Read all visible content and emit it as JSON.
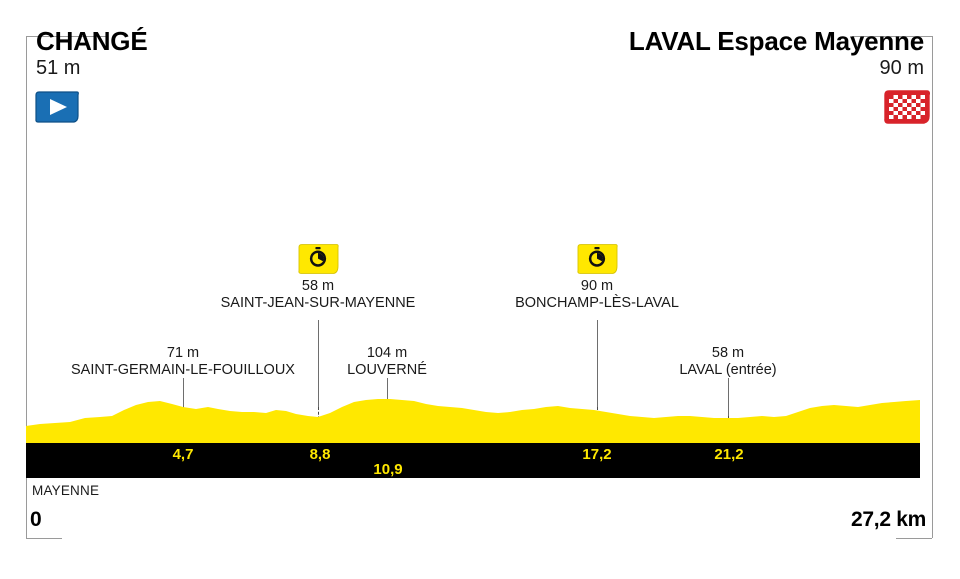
{
  "stage": {
    "start": {
      "city": "CHANGÉ",
      "altitude": "51 m",
      "icon": "start-flag-icon"
    },
    "finish": {
      "city": "LAVAL Espace Mayenne",
      "altitude": "90 m",
      "icon": "checkered-flag-icon"
    },
    "department": "MAYENNE",
    "axis": {
      "start_label": "0",
      "end_label": "27,2 km"
    },
    "colors": {
      "profile_fill": "#FFE800",
      "km_bar": "#000000",
      "km_label": "#FFE800",
      "start_flag": "#1A6FB4",
      "finish_flag": "#D8232A",
      "sprint_flag": "#FFE800",
      "leader_line": "#6E6E6E"
    }
  },
  "sprints": [
    {
      "altitude": "58 m",
      "name": "SAINT-JEAN-SUR-MAYENNE",
      "icon": "stopwatch-flag-icon",
      "km": 8.8
    },
    {
      "altitude": "90 m",
      "name": "BONCHAMP-LÈS-LAVAL",
      "icon": "stopwatch-flag-icon",
      "km": 17.2
    }
  ],
  "places": [
    {
      "altitude": "71 m",
      "name": "SAINT-GERMAIN-LE-FOUILLOUX",
      "km": 4.7
    },
    {
      "altitude": "104 m",
      "name": "LOUVERNÉ",
      "km": 10.9
    },
    {
      "altitude": "58 m",
      "name": "LAVAL (entrée)",
      "km": 21.2
    }
  ],
  "km_markers": [
    {
      "label": "4,7",
      "km": 4.7,
      "row": 1
    },
    {
      "label": "8,8",
      "km": 8.8,
      "row": 1
    },
    {
      "label": "10,9",
      "km": 10.9,
      "row": 2
    },
    {
      "label": "17,2",
      "km": 17.2,
      "row": 1
    },
    {
      "label": "21,2",
      "km": 21.2,
      "row": 1
    }
  ],
  "chart_data": {
    "type": "area",
    "title": "CHANGÉ — LAVAL Espace Mayenne",
    "xlabel": "km",
    "ylabel": "m",
    "xlim": [
      0,
      27.2
    ],
    "ylim": [
      0,
      140
    ],
    "grid": false,
    "legend": null,
    "series": [
      {
        "name": "Elevation profile",
        "x": [
          0,
          0.6,
          1.2,
          1.8,
          2.4,
          3.0,
          3.6,
          4.2,
          4.7,
          5.3,
          5.9,
          6.5,
          7.1,
          7.7,
          8.3,
          8.8,
          9.4,
          10.0,
          10.4,
          10.9,
          11.5,
          12.1,
          12.7,
          13.3,
          13.9,
          14.5,
          15.1,
          15.7,
          16.3,
          17.2,
          17.8,
          18.4,
          19.0,
          19.6,
          20.2,
          20.8,
          21.2,
          21.8,
          22.4,
          23.0,
          23.6,
          24.2,
          24.8,
          25.4,
          26.0,
          26.6,
          27.2
        ],
        "values": [
          51,
          55,
          58,
          70,
          82,
          86,
          80,
          75,
          71,
          68,
          66,
          64,
          62,
          66,
          63,
          58,
          62,
          78,
          96,
          104,
          102,
          98,
          90,
          86,
          84,
          82,
          80,
          84,
          86,
          90,
          86,
          82,
          78,
          74,
          70,
          62,
          58,
          60,
          62,
          60,
          58,
          62,
          74,
          82,
          86,
          88,
          90
        ]
      }
    ],
    "annotations": [
      {
        "km": 0,
        "altitude": 51,
        "label": "CHANGÉ",
        "type": "start"
      },
      {
        "km": 4.7,
        "altitude": 71,
        "label": "SAINT-GERMAIN-LE-FOUILLOUX",
        "type": "place"
      },
      {
        "km": 8.8,
        "altitude": 58,
        "label": "SAINT-JEAN-SUR-MAYENNE",
        "type": "sprint"
      },
      {
        "km": 10.9,
        "altitude": 104,
        "label": "LOUVERNÉ",
        "type": "place"
      },
      {
        "km": 17.2,
        "altitude": 90,
        "label": "BONCHAMP-LÈS-LAVAL",
        "type": "sprint"
      },
      {
        "km": 21.2,
        "altitude": 58,
        "label": "LAVAL (entrée)",
        "type": "place"
      },
      {
        "km": 27.2,
        "altitude": 90,
        "label": "LAVAL Espace Mayenne",
        "type": "finish"
      }
    ]
  }
}
